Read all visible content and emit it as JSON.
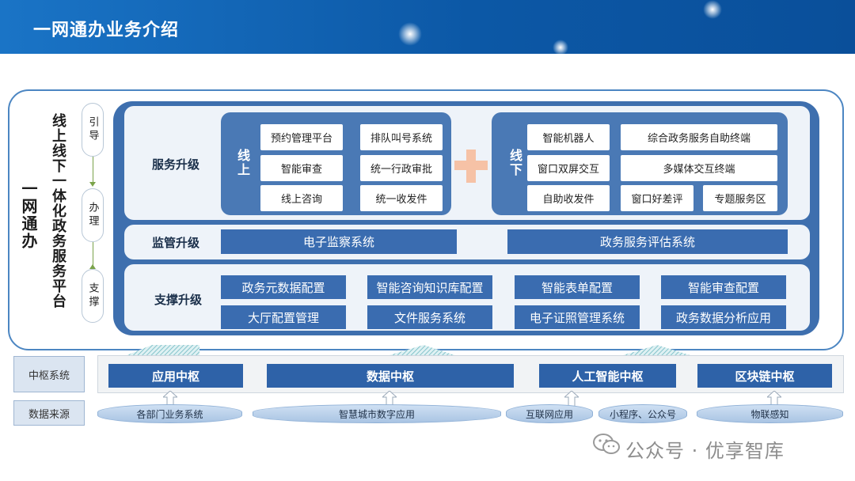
{
  "header": {
    "title": "一网通办业务介绍"
  },
  "left": {
    "main": "一网通办",
    "sub": "线上线下一体化政务服务平台",
    "steps": [
      "引导",
      "办理",
      "支撑"
    ]
  },
  "rows": {
    "service": {
      "label": "服务升级",
      "online": {
        "label": "线上",
        "items": [
          "预约管理平台",
          "排队叫号系统",
          "智能审查",
          "统一行政审批",
          "线上咨询",
          "统一收发件"
        ]
      },
      "offline": {
        "label": "线下",
        "items": [
          "智能机器人",
          "综合政务服务自助终端",
          "窗口双屏交互",
          "多媒体交互终端",
          "自助收发件",
          "窗口好差评",
          "专题服务区"
        ]
      }
    },
    "supervise": {
      "label": "监管升级",
      "items": [
        "电子监察系统",
        "政务服务评估系统"
      ]
    },
    "support": {
      "label": "支撑升级",
      "items": [
        "政务元数据配置",
        "智能咨询知识库配置",
        "智能表单配置",
        "智能审查配置",
        "大厅配置管理",
        "文件服务系统",
        "电子证照管理系统",
        "政务数据分析应用"
      ]
    }
  },
  "hub": {
    "label": "中枢系统",
    "items": [
      "应用中枢",
      "数据中枢",
      "人工智能中枢",
      "区块链中枢"
    ]
  },
  "source": {
    "label": "数据来源",
    "items": [
      "各部门业务系统",
      "智慧城市数字应用",
      "互联网应用",
      "小程序、公众号",
      "物联感知"
    ]
  },
  "footer": {
    "text": "公众号 · 优享智库"
  },
  "colors": {
    "header": "#0c58a6",
    "panel": "#3e6fae",
    "box": "#3a6cb0",
    "plus": "#f6c2a6",
    "hub": "#2e62a8"
  }
}
